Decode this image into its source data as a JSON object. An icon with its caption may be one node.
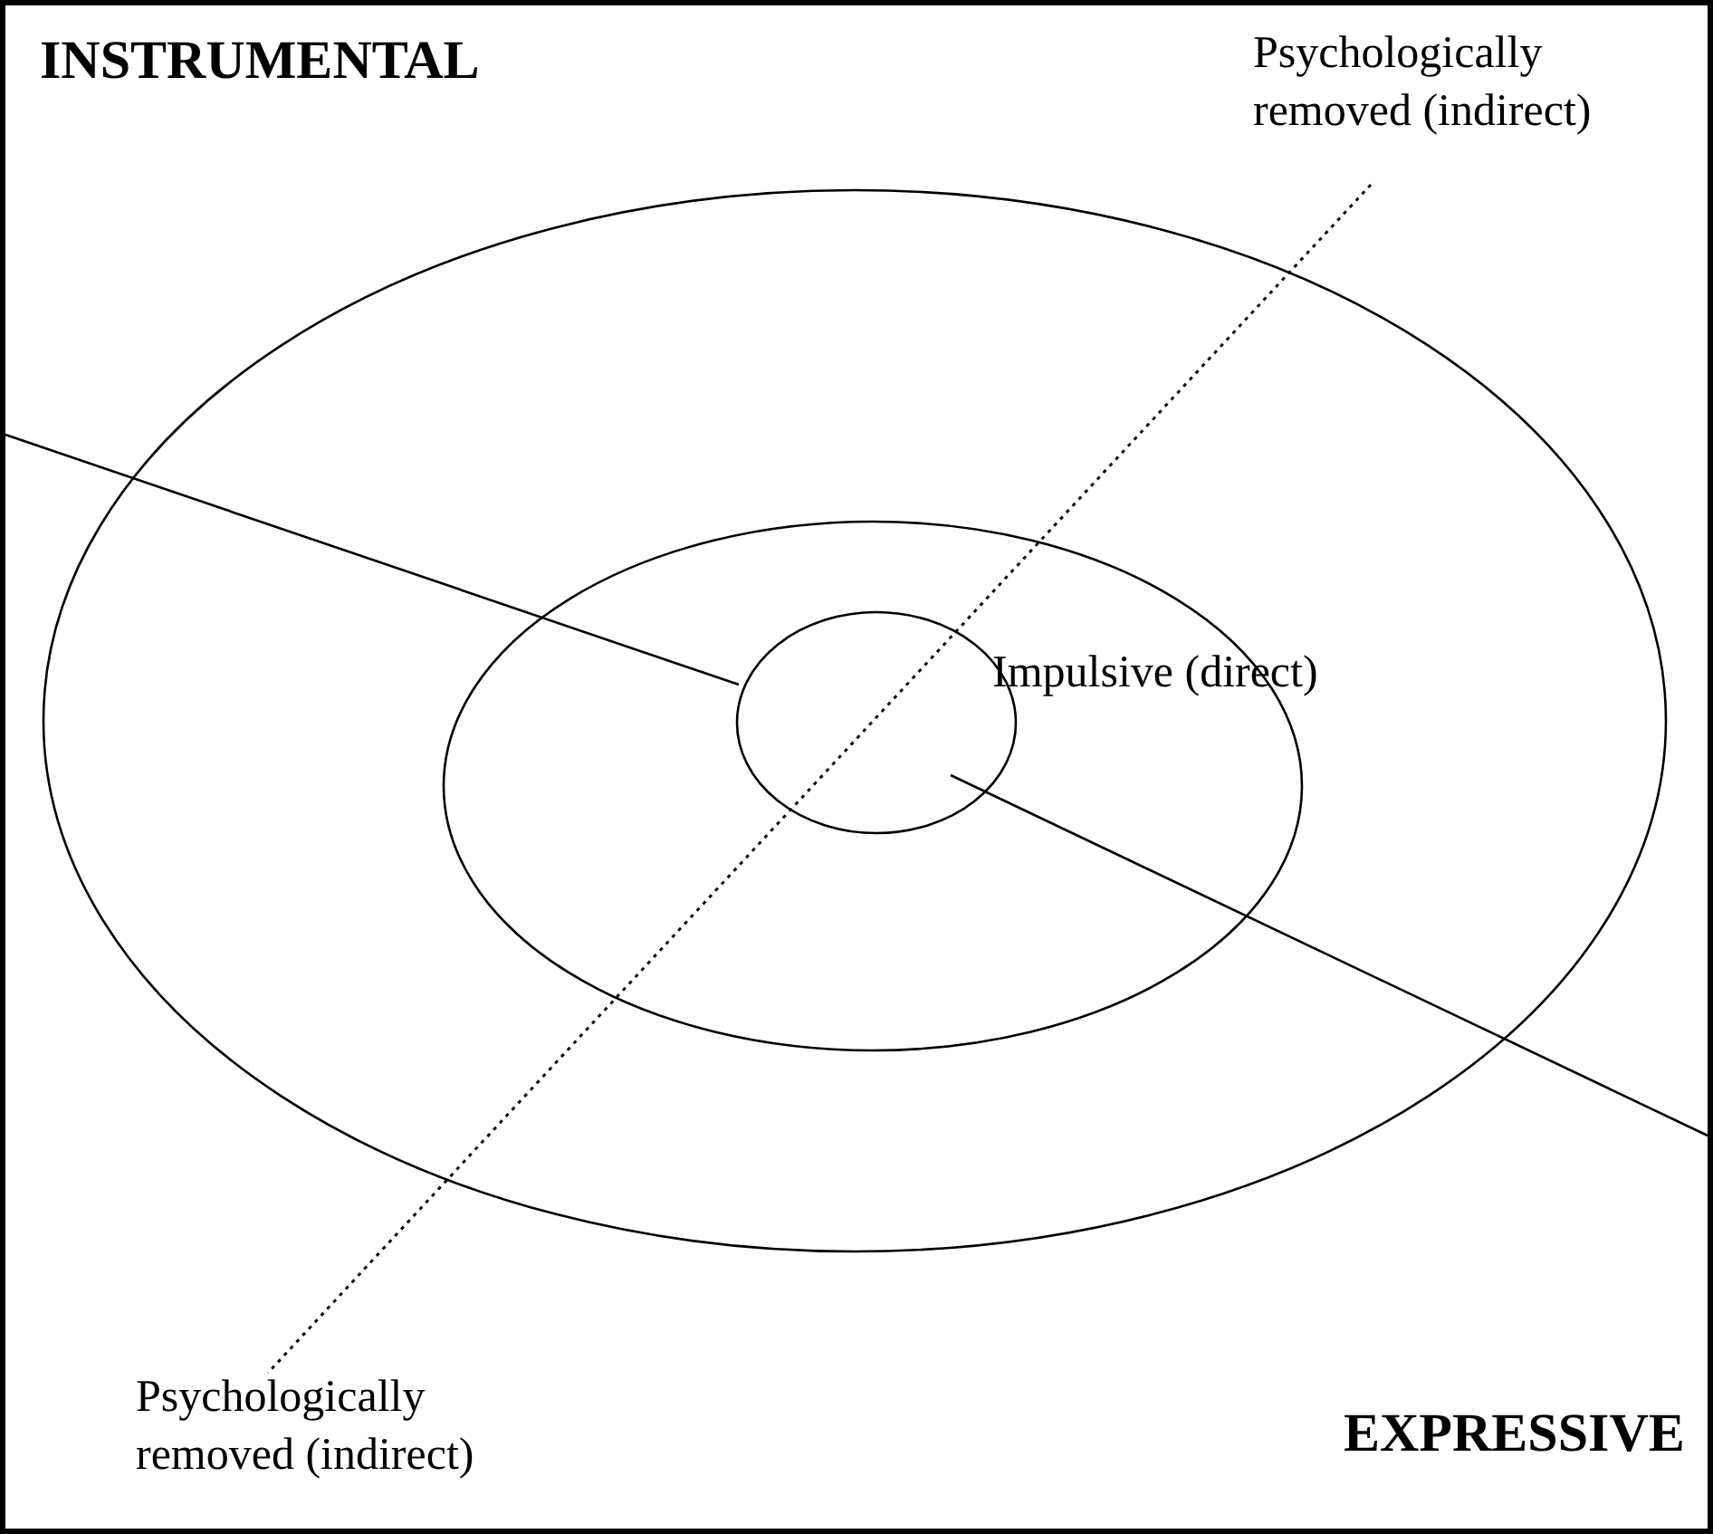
{
  "diagram": {
    "labels": [
      "INSTRUMENTAL",
      "Psychologically removed (indirect)",
      "Impulsive (direct)",
      "Psychologically removed (indirect)",
      "EXPRESSIVE"
    ]
  }
}
